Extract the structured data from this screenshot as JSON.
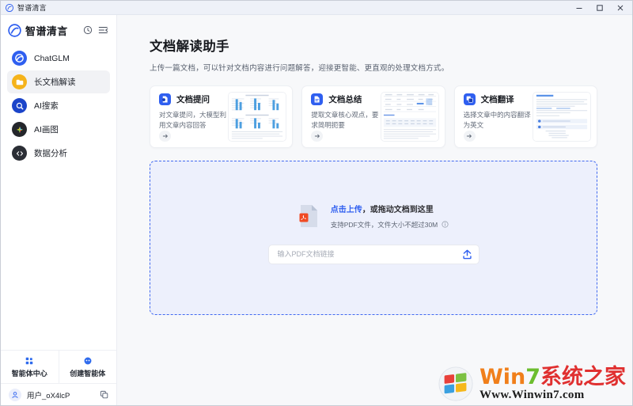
{
  "window": {
    "title": "智谱清言",
    "logo_icon": "zhipu-logo-icon",
    "minimize_label": "最小化",
    "maximize_label": "最大化",
    "close_label": "关闭"
  },
  "sidebar": {
    "brand": "智谱清言",
    "brand_logo_icon": "zhipu-logo-icon",
    "history_icon": "history-clock-icon",
    "collapse_icon": "collapse-sidebar-icon",
    "items": [
      {
        "label": "ChatGLM",
        "icon": "chatglm-icon",
        "active": false
      },
      {
        "label": "长文档解读",
        "icon": "folder-icon",
        "active": true
      },
      {
        "label": "AI搜索",
        "icon": "search-circle-icon",
        "active": false
      },
      {
        "label": "AI画图",
        "icon": "sparkle-icon",
        "active": false
      },
      {
        "label": "数据分析",
        "icon": "code-icon",
        "active": false
      }
    ],
    "agent_center": {
      "label": "智能体中心",
      "icon": "grid-dots-icon"
    },
    "agent_create": {
      "label": "创建智能体",
      "icon": "robot-face-icon"
    },
    "user": {
      "name": "用户_oX4lcP",
      "avatar_icon": "user-avatar-icon",
      "copy_icon": "copy-icon"
    }
  },
  "main": {
    "title": "文档解读助手",
    "subtitle": "上传一篇文档，可以针对文档内容进行问题解答，迎接更智能、更直观的处理文档方式。",
    "cards": [
      {
        "title": "文档提问",
        "desc": "对文章提问，大模型利用文章内容回答",
        "icon": "doc-question-icon",
        "icon_color": "#2f5ff0",
        "go_icon": "arrow-right-icon",
        "thumb": "document-charts-thumbnail"
      },
      {
        "title": "文档总结",
        "desc": "提取文章核心观点，要求简明扼要",
        "icon": "doc-summary-icon",
        "icon_color": "#2f5ff0",
        "go_icon": "arrow-right-icon",
        "thumb": "document-table-thumbnail"
      },
      {
        "title": "文档翻译",
        "desc": "选择文章中的内容翻译为英文",
        "icon": "doc-translate-icon",
        "icon_color": "#2f5ff0",
        "go_icon": "arrow-right-icon",
        "thumb": "document-text-thumbnail"
      }
    ],
    "upload": {
      "file_icon": "pdf-file-icon",
      "cta_link": "点击上传",
      "cta_rest": "，或拖动文档到这里",
      "hint": "支持PDF文件，文件大小不超过30M",
      "info_icon": "info-circle-icon",
      "url_placeholder": "输入PDF文档链接",
      "url_value": "",
      "send_icon": "upload-arrow-icon"
    }
  },
  "watermark": {
    "brand_win": "Win",
    "brand_seven": "7",
    "brand_cn": "系统之家",
    "site": "Www.Winwin7.com",
    "logo_icon": "windows-logo-icon"
  },
  "theme": {
    "accent": "#2f5ff0",
    "upload_border": "#4169f0",
    "upload_bg": "#edf0fc",
    "sidebar_active": "#f1f2f5",
    "page_bg": "#f7f8fa"
  }
}
